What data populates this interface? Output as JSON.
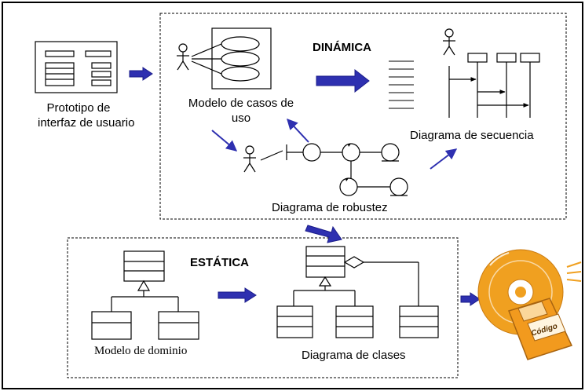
{
  "labels": {
    "prototype_line1": "Prototipo de",
    "prototype_line2": "interfaz  de usuario",
    "use_case_line1": "Modelo de casos de",
    "use_case_line2": "uso",
    "dynamic": "DINÁMICA",
    "sequence": "Diagrama de secuencia",
    "robustness": "Diagrama de robustez",
    "static": "ESTÁTICA",
    "domain_model": "Modelo de dominio",
    "class_diagram": "Diagrama de clases",
    "code": "Código"
  },
  "colors": {
    "arrow_fill": "#2e30b0",
    "arrow_stroke": "#1b1d8a",
    "disc": "#f0a020",
    "disc_dark": "#c97a10",
    "floppy": "#f29a1e"
  },
  "icons": [
    "actor-icon",
    "cd-icon",
    "floppy-disk-icon"
  ]
}
